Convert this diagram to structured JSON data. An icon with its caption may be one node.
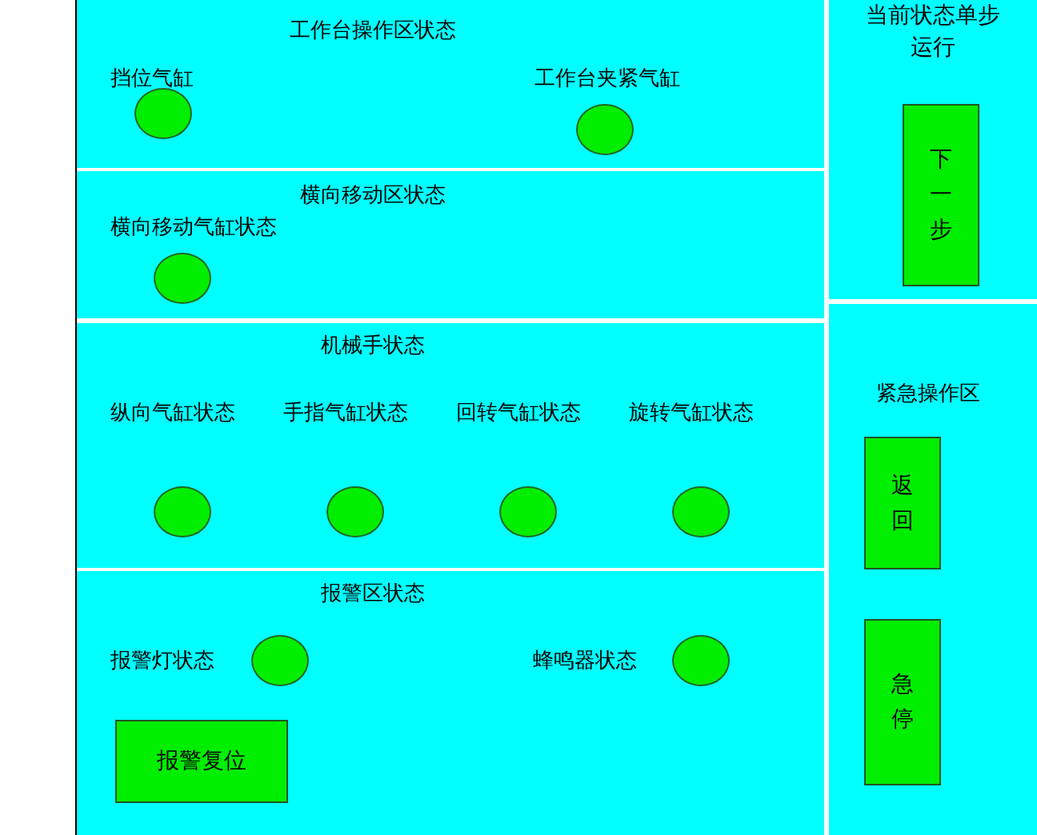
{
  "diagram": {
    "nodes": [
      {
        "text": [
          "工作台操作区状态"
        ]
      },
      {
        "text": [],
        "shape": "circle",
        "in": 0,
        "beside": [
          "挡位气缸"
        ]
      },
      {
        "text": [],
        "shape": "circle",
        "in": 0,
        "beside": [
          "工作台夹紧气缸"
        ]
      },
      {
        "text": [
          "横向移动区状态"
        ]
      },
      {
        "text": [],
        "shape": "circle",
        "in": 3,
        "beside": [
          "横向移动气缸状态"
        ]
      },
      {
        "text": [
          "机械手状态"
        ]
      },
      {
        "text": [],
        "shape": "circle",
        "in": 5,
        "beside": [
          "纵向气缸状态"
        ]
      },
      {
        "text": [],
        "shape": "circle",
        "in": 5,
        "beside": [
          "手指气缸状态"
        ]
      },
      {
        "text": [],
        "shape": "circle",
        "in": 5,
        "beside": [
          "回转气缸状态"
        ]
      },
      {
        "text": [],
        "shape": "circle",
        "in": 5,
        "beside": [
          "旋转气缸状态"
        ]
      },
      {
        "text": [
          "报警区状态"
        ]
      },
      {
        "text": [],
        "shape": "circle",
        "in": 10,
        "beside": [
          "报警灯状态"
        ]
      },
      {
        "text": [],
        "shape": "circle",
        "in": 10,
        "beside": [
          "蜂鸣器状态"
        ]
      },
      {
        "text": [
          "报警复位"
        ],
        "in": 10
      },
      {
        "text": [
          "当前状态单步运行"
        ]
      },
      {
        "text": [
          "下一步"
        ],
        "in": 14
      },
      {
        "text": [
          "紧急操作区"
        ]
      },
      {
        "text": [
          "返回"
        ],
        "in": 16
      },
      {
        "text": [
          "急停"
        ],
        "in": 16
      }
    ]
  }
}
